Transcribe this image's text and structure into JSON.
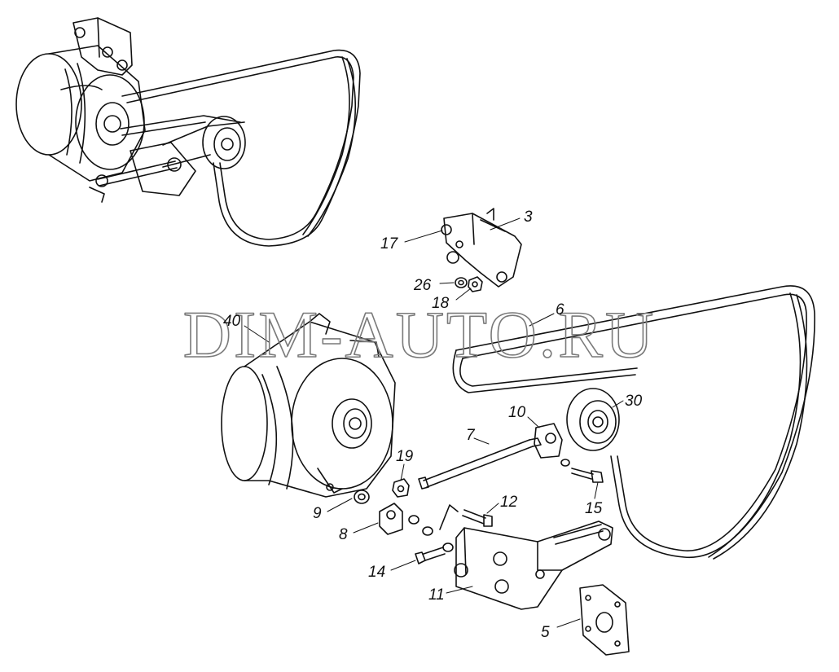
{
  "watermark": "DIM-AUTO.RU",
  "callouts": {
    "c3": "3",
    "c17": "17",
    "c26": "26",
    "c18": "18",
    "c6": "6",
    "c40": "40",
    "c30": "30",
    "c10": "10",
    "c7": "7",
    "c19": "19",
    "c12": "12",
    "c9": "9",
    "c8": "8",
    "c15": "15",
    "c14": "14",
    "c11": "11",
    "c5": "5"
  }
}
